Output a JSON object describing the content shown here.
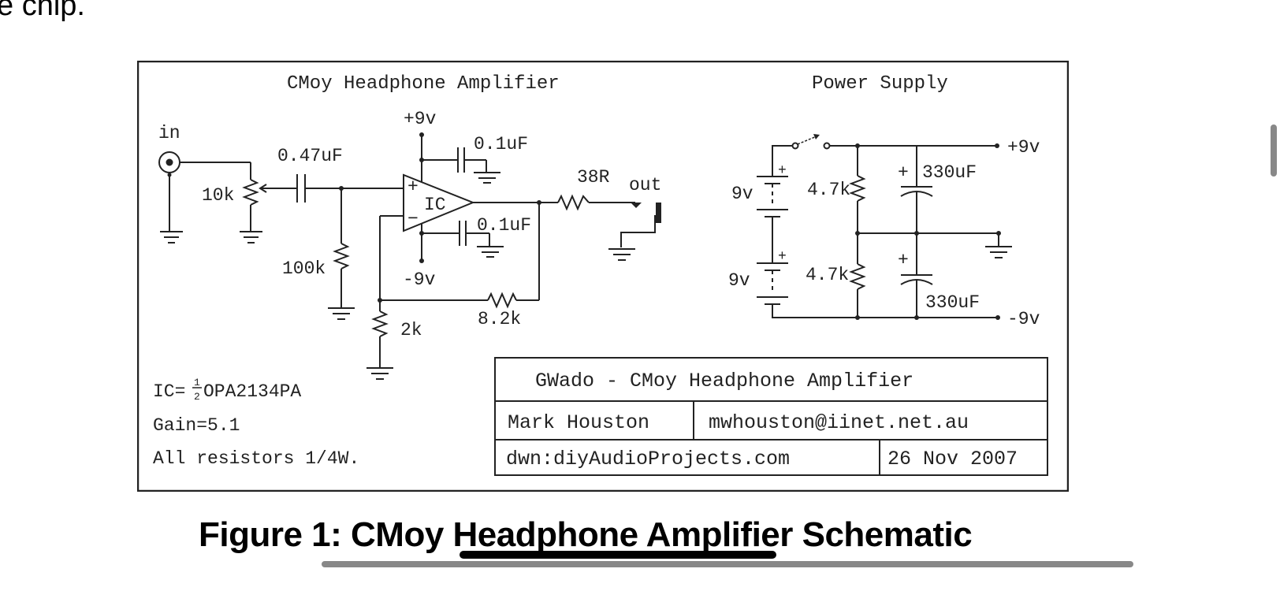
{
  "preceding_text": "e chip.",
  "schematic": {
    "amp_title": "CMoy Headphone Amplifier",
    "psu_title": "Power Supply",
    "labels": {
      "input": "in",
      "pot": "10k",
      "cap_in": "0.47uF",
      "r_100k": "100k",
      "vplus": "+9v",
      "vminus": "-9v",
      "cap_top": "0.1uF",
      "cap_bot": "0.1uF",
      "ic": "IC",
      "plus_sign": "+",
      "minus_sign": "−",
      "r_out": "38R",
      "output": "out",
      "r_fb": "8.2k",
      "r_gnd": "2k",
      "psu_batt1": "9v",
      "psu_batt2": "9v",
      "psu_r1": "4.7k",
      "psu_r2": "4.7k",
      "psu_c1": "330uF",
      "psu_c2": "330uF",
      "psu_vplus": "+9v",
      "psu_vminus": "-9v"
    },
    "notes": {
      "ic_prefix": "IC=",
      "ic_frac_num": "1",
      "ic_frac_den": "2",
      "ic_part": "OPA2134PA",
      "gain": "Gain=5.1",
      "resistors": "All resistors 1/4W."
    },
    "title_block": {
      "title": "GWado - CMoy Headphone Amplifier",
      "author": "Mark Houston",
      "email": "mwhouston@iinet.net.au",
      "drawn_by": "dwn:diyAudioProjects.com",
      "date": "26 Nov 2007"
    }
  },
  "caption": "Figure 1: CMoy Headphone Amplifier Schematic"
}
